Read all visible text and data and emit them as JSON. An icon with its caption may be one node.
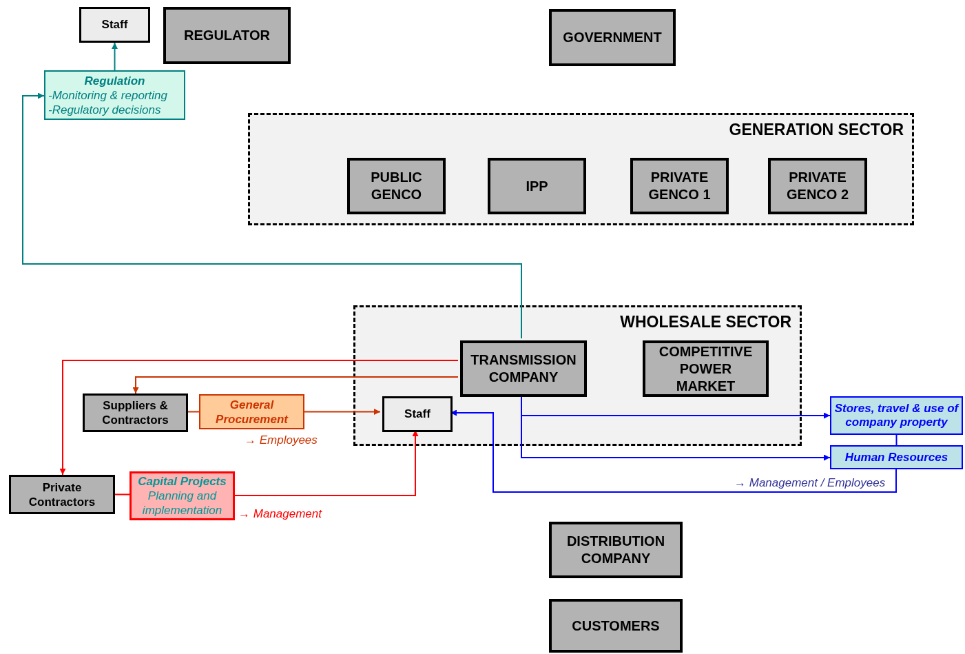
{
  "diagram": {
    "nodes": [
      {
        "text": [
          "Staff"
        ]
      },
      {
        "text": [
          "REGULATOR"
        ]
      },
      {
        "text": [
          "GOVERNMENT"
        ]
      },
      {
        "text": [
          "Regulation",
          "-Monitoring & reporting",
          "-Regulatory decisions"
        ]
      },
      {
        "text": [
          "GENERATION SECTOR"
        ]
      },
      {
        "text": [
          "PUBLIC GENCO"
        ],
        "in": 4
      },
      {
        "text": [
          "IPP"
        ],
        "in": 4
      },
      {
        "text": [
          "PRIVATE GENCO 1"
        ],
        "in": 4
      },
      {
        "text": [
          "PRIVATE GENCO 2"
        ],
        "in": 4
      },
      {
        "text": [
          "WHOLESALE SECTOR"
        ]
      },
      {
        "text": [
          "TRANSMISSION COMPANY"
        ],
        "in": 9
      },
      {
        "text": [
          "COMPETITIVE POWER MARKET"
        ],
        "in": 9
      },
      {
        "text": [
          "Staff"
        ],
        "in": 9
      },
      {
        "text": [
          "Suppliers & Contractors"
        ]
      },
      {
        "text": [
          "General Procurement"
        ],
        "beside": [
          "→ Employees"
        ]
      },
      {
        "text": [
          "Stores, travel & use of company property"
        ]
      },
      {
        "text": [
          "Human Resources"
        ],
        "beside": [
          "→ Management / Employees"
        ]
      },
      {
        "text": [
          "Private Contractors"
        ]
      },
      {
        "text": [
          "Capital Projects",
          "Planning and implementation"
        ],
        "beside": [
          "→ Management"
        ]
      },
      {
        "text": [
          "DISTRIBUTION COMPANY"
        ]
      },
      {
        "text": [
          "CUSTOMERS"
        ]
      }
    ],
    "edges": [
      {
        "from": 3,
        "to": 0,
        "arrow": "to",
        "color": "#008080"
      },
      {
        "from": 10,
        "to": 3,
        "arrow": "to",
        "color": "#008080"
      },
      {
        "from": 10,
        "to": 17,
        "arrow": "to",
        "color": "#ff0000"
      },
      {
        "from": 10,
        "to": 13,
        "arrow": "to",
        "color": "#cc3300"
      },
      {
        "from": 13,
        "to": 14,
        "arrow": "none",
        "color": "#cc3300"
      },
      {
        "from": 14,
        "to": 12,
        "arrow": "to",
        "color": "#cc3300"
      },
      {
        "from": 17,
        "to": 18,
        "arrow": "none",
        "color": "#ff0000"
      },
      {
        "from": 18,
        "to": 12,
        "arrow": "to",
        "color": "#ff0000"
      },
      {
        "from": 10,
        "to": 15,
        "arrow": "to",
        "color": "#0000ff"
      },
      {
        "from": 10,
        "to": 16,
        "arrow": "to",
        "color": "#0000ff"
      },
      {
        "from": 15,
        "to": 16,
        "arrow": "none",
        "color": "#0000ff"
      },
      {
        "from": 16,
        "to": 12,
        "arrow": "to",
        "color": "#0000ff"
      }
    ]
  }
}
